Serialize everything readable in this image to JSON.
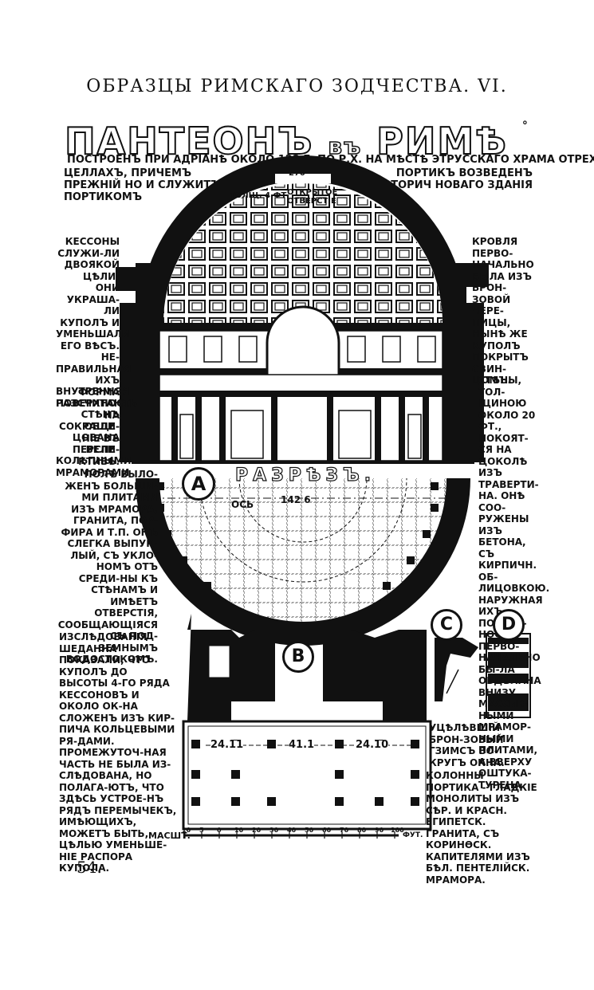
{
  "header": "ОБРАЗЦЫ РИМСКАГО ЗОДЧЕСТВА. VI.",
  "title": {
    "main": "ПАНТЕОНЪ",
    "small": "въ",
    "tail": "РИМѢ"
  },
  "subtitle_line1": "ПОСТРОЕНЪ ПРИ АДРІАНѢ ОКОЛО 123 Г. ПО Р.Х. НА МѢСТѢ ЭТРУССКАГО ХРАМА ОТРЕХ",
  "subtitle_left": "ЦЕЛЛАХЪ, ПРИЧЕМЪ ПРЕЖНІЙ НО И СЛУЖИТЪ ПОРТИКОМЪ",
  "subtitle_right": "ПОРТИКЪ ВОЗВЕДЕНЪ ВТОРИЧ НОВАГО ЗДАНІЯ",
  "dome_labels": {
    "dim_270": "270",
    "thickness": "ТОЛЩ. 4 ФТ.",
    "opening": "ОТКРЫТОЕ ОТВЕРСТІЕ"
  },
  "left_notes": {
    "coffers": "КЕССОНЫ СЛУЖИ-ЛИ ДВОЯКОЙ ЦѢЛИ: ОНИ УКРАША-ЛИ КУПОЛЪ И УМЕНЬШАЛИ ЕГО ВѢСЪ. НЕ-ПРАВИЛЬНАЯ ИХЪ ФОРМА РАЗСЧИТАНА НА СОКРАЩЕ-НІЕ ВЪ ПЕРСПЕ-КТИВѢ.",
    "interior": "ВНУТРЕННЯЯ ПОВЕРХНОСТЬ СТѢНЪ ОБЛИ-ЦОВАНА ВЕЛИ-КОЛѢПНЫМИ МРАМОРАМИ",
    "floor": "ПОЛЪ ВЫЛО-ЖЕНЪ БОЛЬШИ-МИ ПЛИТАМИ ИЗЪ МРАМОРА, ГРАНИТА, ПОР-ФИРА И Т.П. ОНЪ СЛЕГКА ВЫПУК-ЛЫЙ, СЪ УКЛО-НОМЪ ОТЪ СРЕДИ-НЫ КЪ СТѢНАМЪ И ИМѢЕТЪ ОТВЕРСТІЯ, СООБЩАЮЩІЯСЯ СЪ ПОД-ЗЕМНЫМЪ ВОДОСТОКОМЪ.",
    "research": "ИЗСЛѢДОВАНІЯ ШЕДАННА ПОКАЗАЛИ, ЧТО КУПОЛЪ ДО ВЫСОТЫ 4-ГО РЯДА КЕССОНОВЪ И ОКОЛО ОК-НА СЛОЖЕНЪ ИЗЪ КИР-ПИЧА КОЛЬЦЕВЫМИ РЯ-ДАМИ. ПРОМЕЖУТОЧ-НАЯ ЧАСТЬ НЕ БЫЛА ИЗ-СЛѢДОВАНА, НО ПОЛАГА-ЮТЪ, ЧТО ЗДѢСЬ УСТРОЕ-НЪ РЯДЪ ПЕРЕМЫЧЕКЪ, ИМѢЮЩИХЪ, МОЖЕТЪ БЫТЬ, ЦѢЛЬЮ УМЕНЬШЕ-НІЕ РАСПОРА КУПОЛА."
  },
  "right_notes": {
    "roof": "КРОВЛЯ ПЕРВО-НАЧАЛЬНО БЫЛА ИЗЪ БРОН-ЗОВОЙ ЧЕРЕ-ПИЦЫ, НЫНѢ ЖЕ КУПОЛЪ ПОКРЫТЪ СВИН-ЦОМЪ.",
    "walls": "СТѢНЫ, ТОЛ-ЩИНОЮ ОКОЛО 20 ФТ., ПОКОЯТ-СЯ НА ЦОКОЛѢ ИЗЪ ТРАВЕРТИ-НА. ОНѢ СОО-РУЖЕНЫ ИЗЪ БЕТОНА, СЪ КИРПИЧН. ОБ-ЛИЦОВКОЮ. НАРУЖНАЯ ИХЪ ПОВЕРХ-НОСТЬ ПЕРВО-НАЧАЛЬНО БЫ-ЛА ОБДѢЛАНА ВНИЗУ МАССИВ-НЫМИ МРАМОР-НЫМИ ПЛИТАМИ, А ВВЕРХУ ОШТУКА-ТУРЕНА",
    "cornice": "УЦѢЛѢВШІЙ БРОН-ЗОВЫЙ ГЗИМСЪ ВО-КРУГЪ ОКНА.",
    "columns": "КОЛОННЫ ПОРТИКА - ГЛАДКІЕ МОНОЛИТЫ ИЗЪ СѢР. И КРАСН. ЕГИПЕТСК. ГРАНИТА, СЪ КОРИНѲСК. КАПИТЕЛЯМИ ИЗЪ БѢЛ. ПЕНТЕЛІЙСК. МРАМОРА."
  },
  "section_label": "РАЗРѢЗЪ.",
  "markers": {
    "a": "A",
    "b": "B",
    "c": "C",
    "d": "D"
  },
  "plan_labels": {
    "axis": "ОСЬ",
    "dim_center": "142 6",
    "dim_left": "24.11",
    "dim_mid": "41.1",
    "dim_right": "24.10"
  },
  "scale": {
    "label": "МАСШТ.",
    "ticks": [
      "10",
      "5",
      "0",
      "10",
      "20",
      "30",
      "40",
      "50",
      "60",
      "70",
      "80",
      "90",
      "100"
    ],
    "unit": "ФУТ."
  },
  "page_number": "54."
}
